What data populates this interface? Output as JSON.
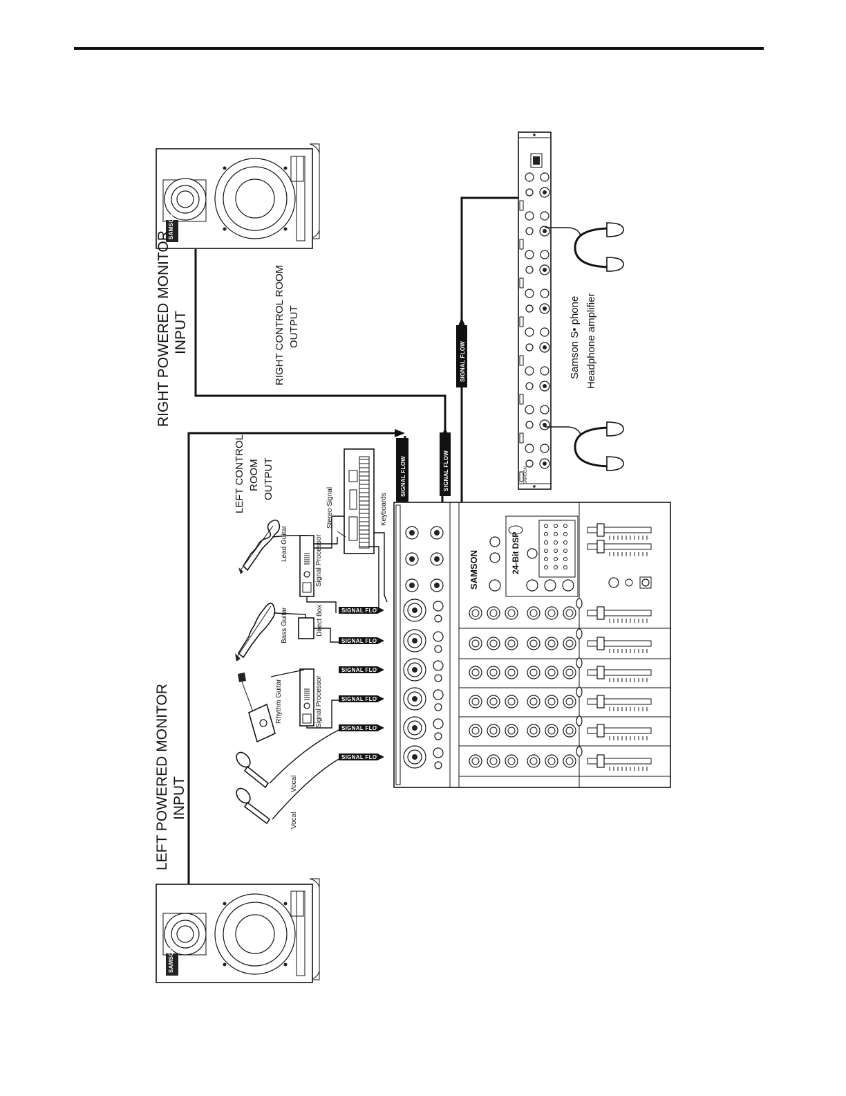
{
  "labels": {
    "left_monitor_input": [
      "LEFT POWERED MONITOR",
      "INPUT"
    ],
    "right_monitor_input": [
      "RIGHT POWERED MONITOR",
      "INPUT"
    ],
    "right_control_room_output": [
      "RIGHT CONTROL ROOM",
      "OUTPUT"
    ],
    "left_control_room_output": [
      "LEFT CONTROL",
      "ROOM",
      "OUTPUT"
    ],
    "headphone_amp": [
      "Samson S• phone",
      "Headphone amplifier"
    ],
    "vocal_1": "Vocal",
    "vocal_2": "Vocal",
    "rhythm_guitar": "Rhythm Guitar",
    "bass_guitar": "Bass Guitar",
    "lead_guitar": "Lead Guitar",
    "signal_processor_1": "Signal Processor",
    "signal_processor_2": "Signal Processor",
    "direct_box": "Direct Box",
    "stereo_signal": "Stereo Signal",
    "keyboards": "Keyboards",
    "signal_flow": "SIGNAL FLOW",
    "mixer_brand": "SAMSON",
    "mixer_dsp": "24-Bit DSP",
    "monitor_brand": "SAMSON"
  }
}
